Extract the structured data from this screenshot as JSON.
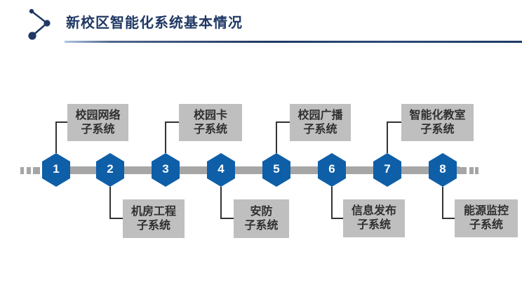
{
  "slide": {
    "title": "新校区智能化系统基本情况"
  },
  "colors": {
    "title_navy": "#1F3864",
    "node_blue": "#0E5FA8",
    "timeline_gray": "#A6A6A6",
    "label_box_gray": "#BFBFBF",
    "label_text": "#2F2F2F",
    "connector": "#333333"
  },
  "timeline": {
    "nodes": [
      {
        "number": "1",
        "label_lines": [
          "校园网络",
          "子系统"
        ],
        "label_position": "above"
      },
      {
        "number": "2",
        "label_lines": [
          "机房工程",
          "子系统"
        ],
        "label_position": "below"
      },
      {
        "number": "3",
        "label_lines": [
          "校园卡",
          "子系统"
        ],
        "label_position": "above"
      },
      {
        "number": "4",
        "label_lines": [
          "安防",
          "子系统"
        ],
        "label_position": "below"
      },
      {
        "number": "5",
        "label_lines": [
          "校园广播",
          "子系统"
        ],
        "label_position": "above"
      },
      {
        "number": "6",
        "label_lines": [
          "信息发布",
          "子系统"
        ],
        "label_position": "below"
      },
      {
        "number": "7",
        "label_lines": [
          "智能化教室",
          "子系统"
        ],
        "label_position": "above"
      },
      {
        "number": "8",
        "label_lines": [
          "能源监控",
          "子系统"
        ],
        "label_position": "below"
      }
    ]
  }
}
